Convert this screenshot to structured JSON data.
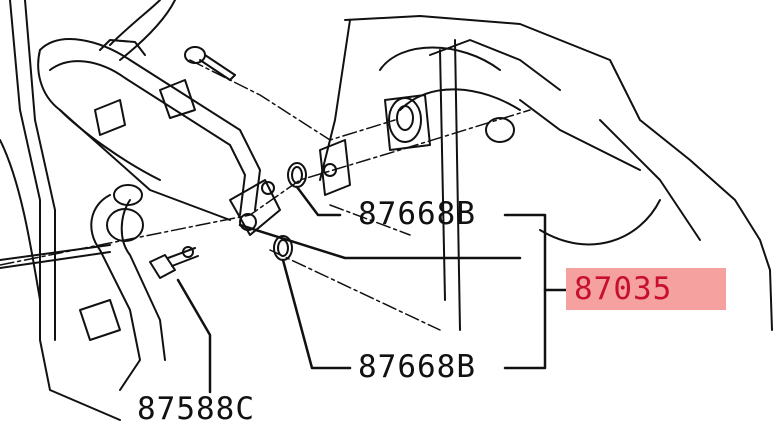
{
  "diagram": {
    "callouts": {
      "upper_oring": "87668B",
      "lower_oring": "87668B",
      "assembly": "87035",
      "bolt": "87588C"
    },
    "colors": {
      "line": "#111111",
      "highlight_bg": "#f4a19f",
      "highlight_text": "#c8102e",
      "background": "#ffffff"
    }
  }
}
